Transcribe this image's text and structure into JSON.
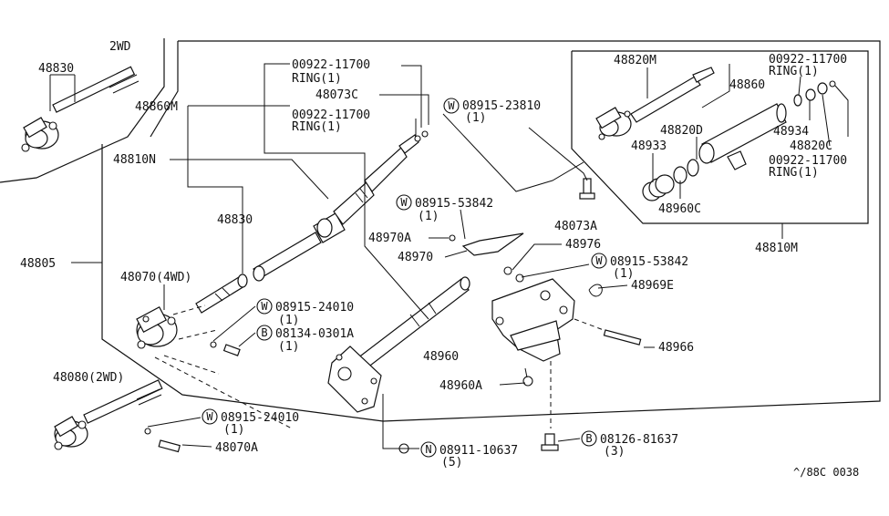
{
  "labels": {
    "wd2": "2WD",
    "p48830_top": "48830",
    "p48860m": "48860M",
    "p48810n": "48810N",
    "p48830": "48830",
    "p48805": "48805",
    "p48070_4wd": "48070(4WD)",
    "p48080_2wd": "48080(2WD)",
    "p48070a": "48070A",
    "ring_a_num": "00922-11700",
    "ring_a_txt": "RING(1)",
    "p48073c": "48073C",
    "ring_b_num": "00922-11700",
    "ring_b_txt": "RING(1)",
    "w_23810": "08915-23810",
    "w_23810_q": "(1)",
    "p48073a": "48073A",
    "w_53842a": "08915-53842",
    "w_53842a_q": "(1)",
    "p48970a": "48970A",
    "p48970": "48970",
    "p48976": "48976",
    "w_53842b": "08915-53842",
    "w_53842b_q": "(1)",
    "p48969e": "48969E",
    "w_24010a": "08915-24010",
    "w_24010a_q": "(1)",
    "b_0301a": "08134-0301A",
    "b_0301a_q": "(1)",
    "p48960": "48960",
    "p48966": "48966",
    "p48960a": "48960A",
    "w_24010b": "08915-24010",
    "w_24010b_q": "(1)",
    "b_81637": "08126-81637",
    "b_81637_q": "(3)",
    "n_10637": "08911-10637",
    "n_10637_q": "(5)",
    "p48820m": "48820M",
    "p48860": "48860",
    "p48820d": "48820D",
    "p48933": "48933",
    "p48960c": "48960C",
    "ring_c_num": "00922-11700",
    "ring_c_txt": "RING(1)",
    "p48934": "48934",
    "p48820c": "48820C",
    "ring_d_num": "00922-11700",
    "ring_d_txt": "RING(1)",
    "p48810m": "48810M",
    "footer_code": "^/88C 0038"
  },
  "symbols": {
    "washer": "W",
    "bolt": "B",
    "nut": "N"
  }
}
